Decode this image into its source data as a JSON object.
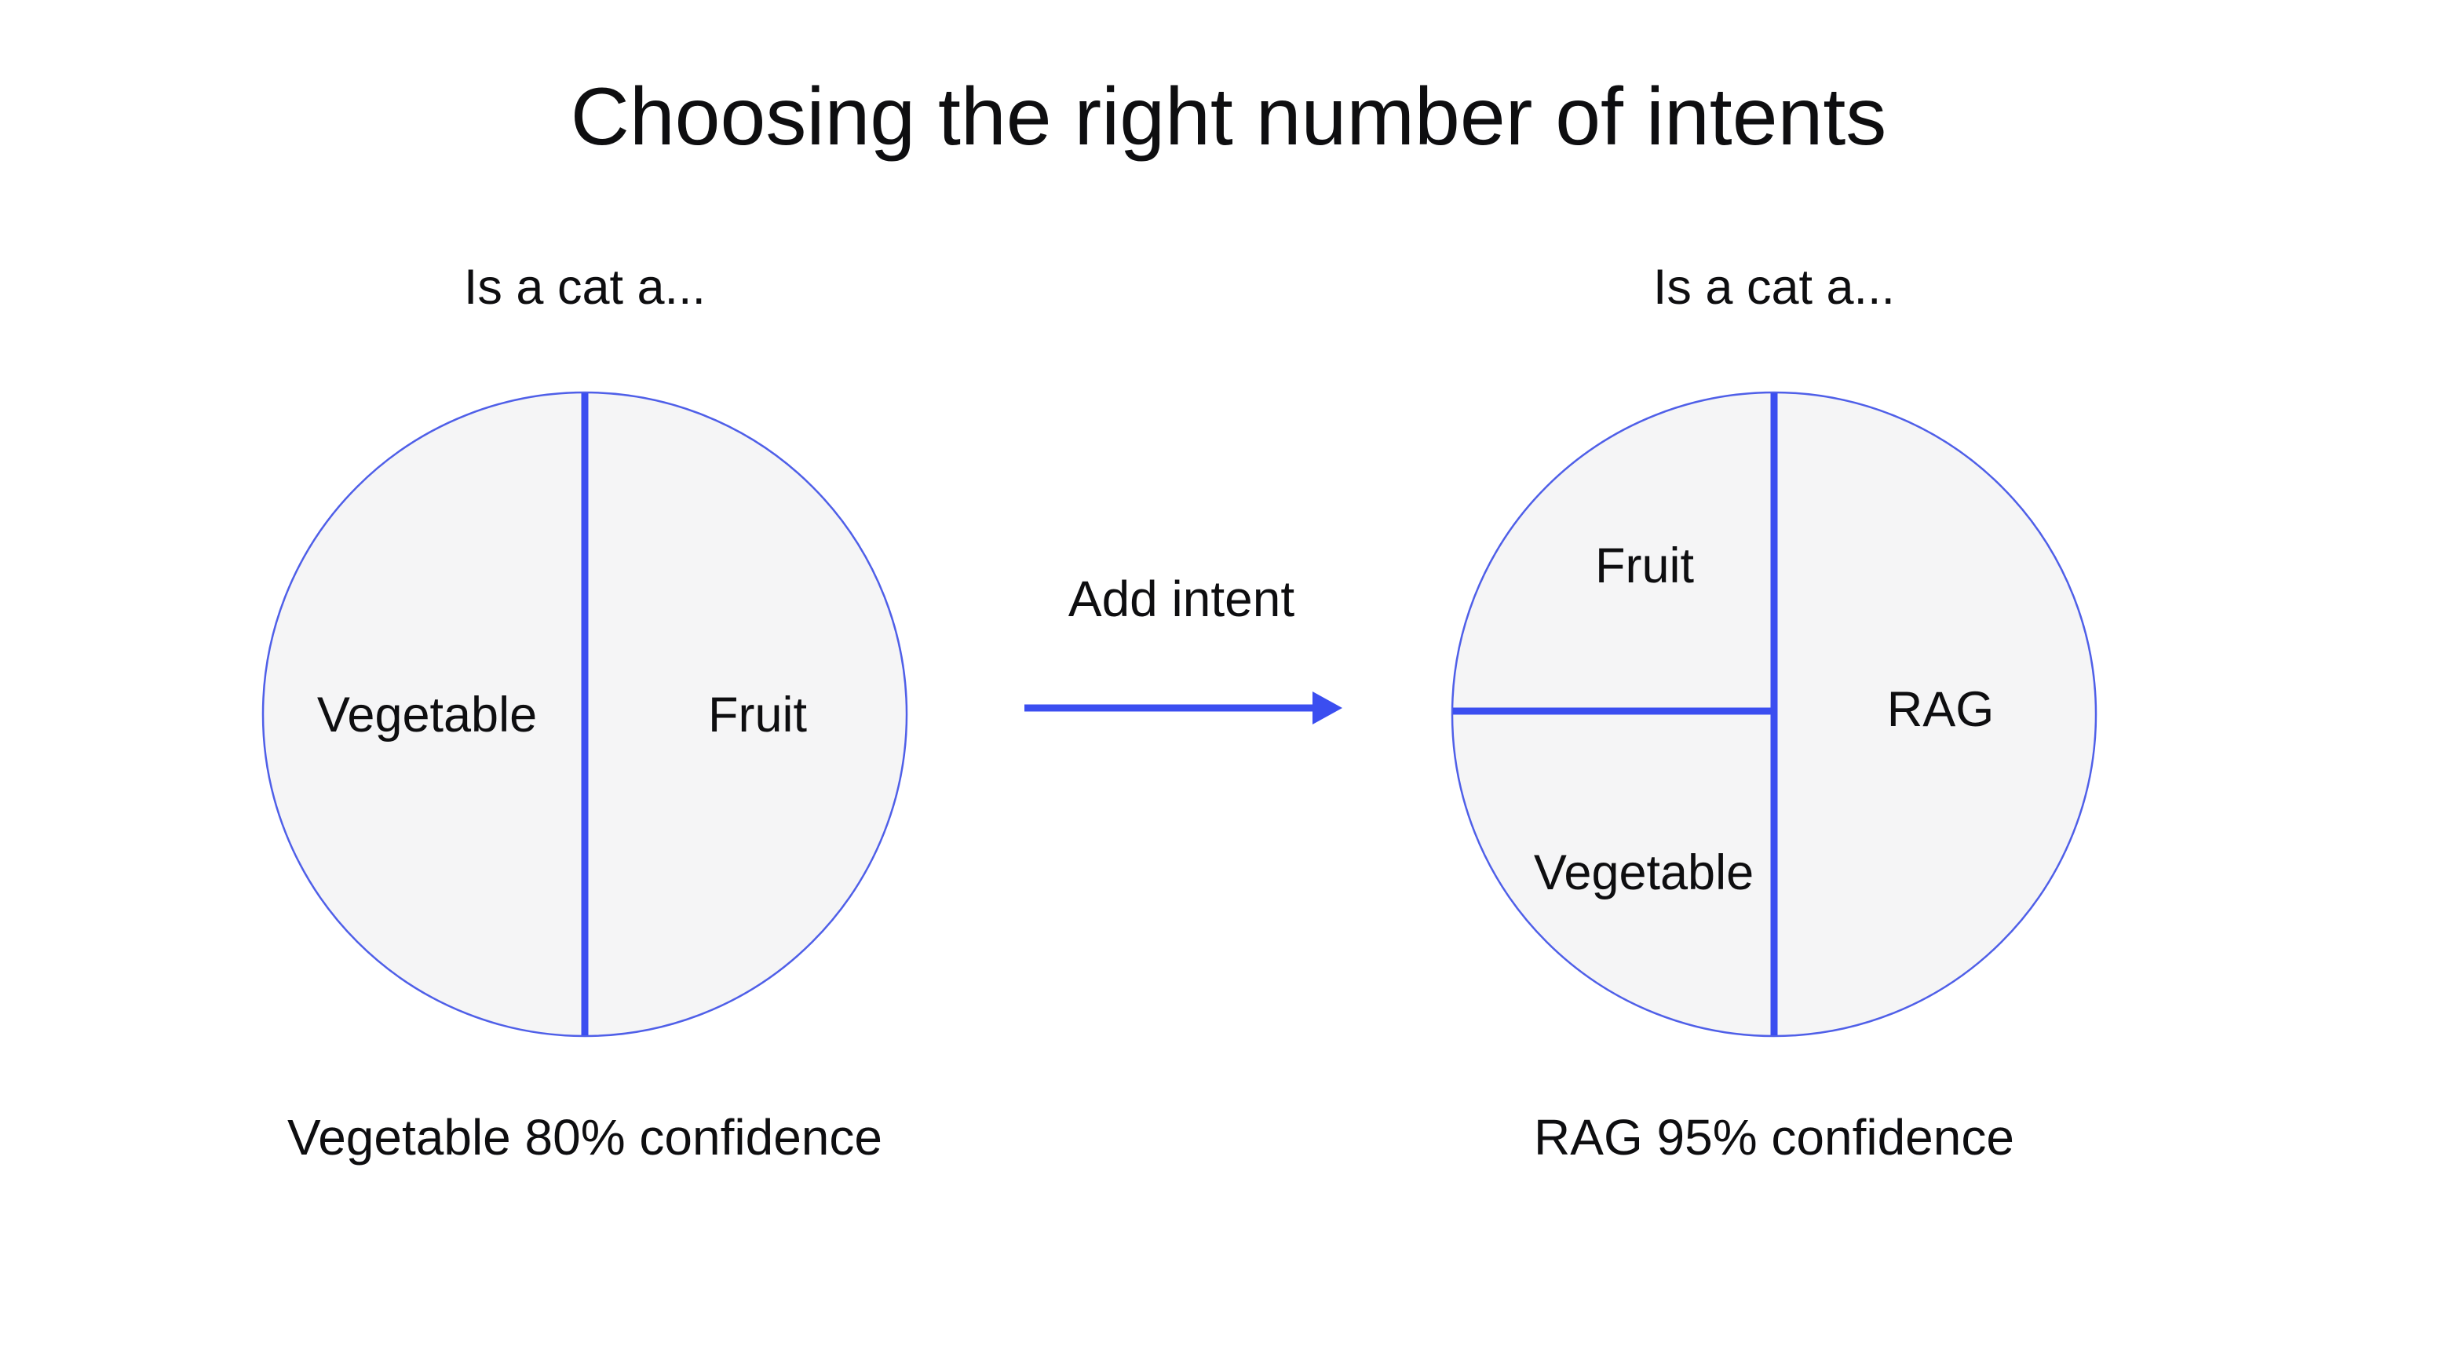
{
  "title": "Choosing the right number of intents",
  "colors": {
    "accent": "#3b4ef0",
    "circle_stroke": "#4f5fe8",
    "circle_fill": "#f5f5f6",
    "text": "#0e0e10",
    "background": "#ffffff"
  },
  "left_diagram": {
    "question": "Is a cat a...",
    "slices": {
      "left": {
        "label": "Vegetable",
        "fraction": 0.5
      },
      "right": {
        "label": "Fruit",
        "fraction": 0.5
      }
    },
    "caption": "Vegetable 80% confidence"
  },
  "arrow": {
    "label": "Add intent"
  },
  "right_diagram": {
    "question": "Is a cat a...",
    "slices": {
      "top_left": {
        "label": "Fruit",
        "fraction": 0.25
      },
      "bottom_left": {
        "label": "Vegetable",
        "fraction": 0.25
      },
      "right": {
        "label": "RAG",
        "fraction": 0.5
      }
    },
    "caption": "RAG 95% confidence"
  }
}
